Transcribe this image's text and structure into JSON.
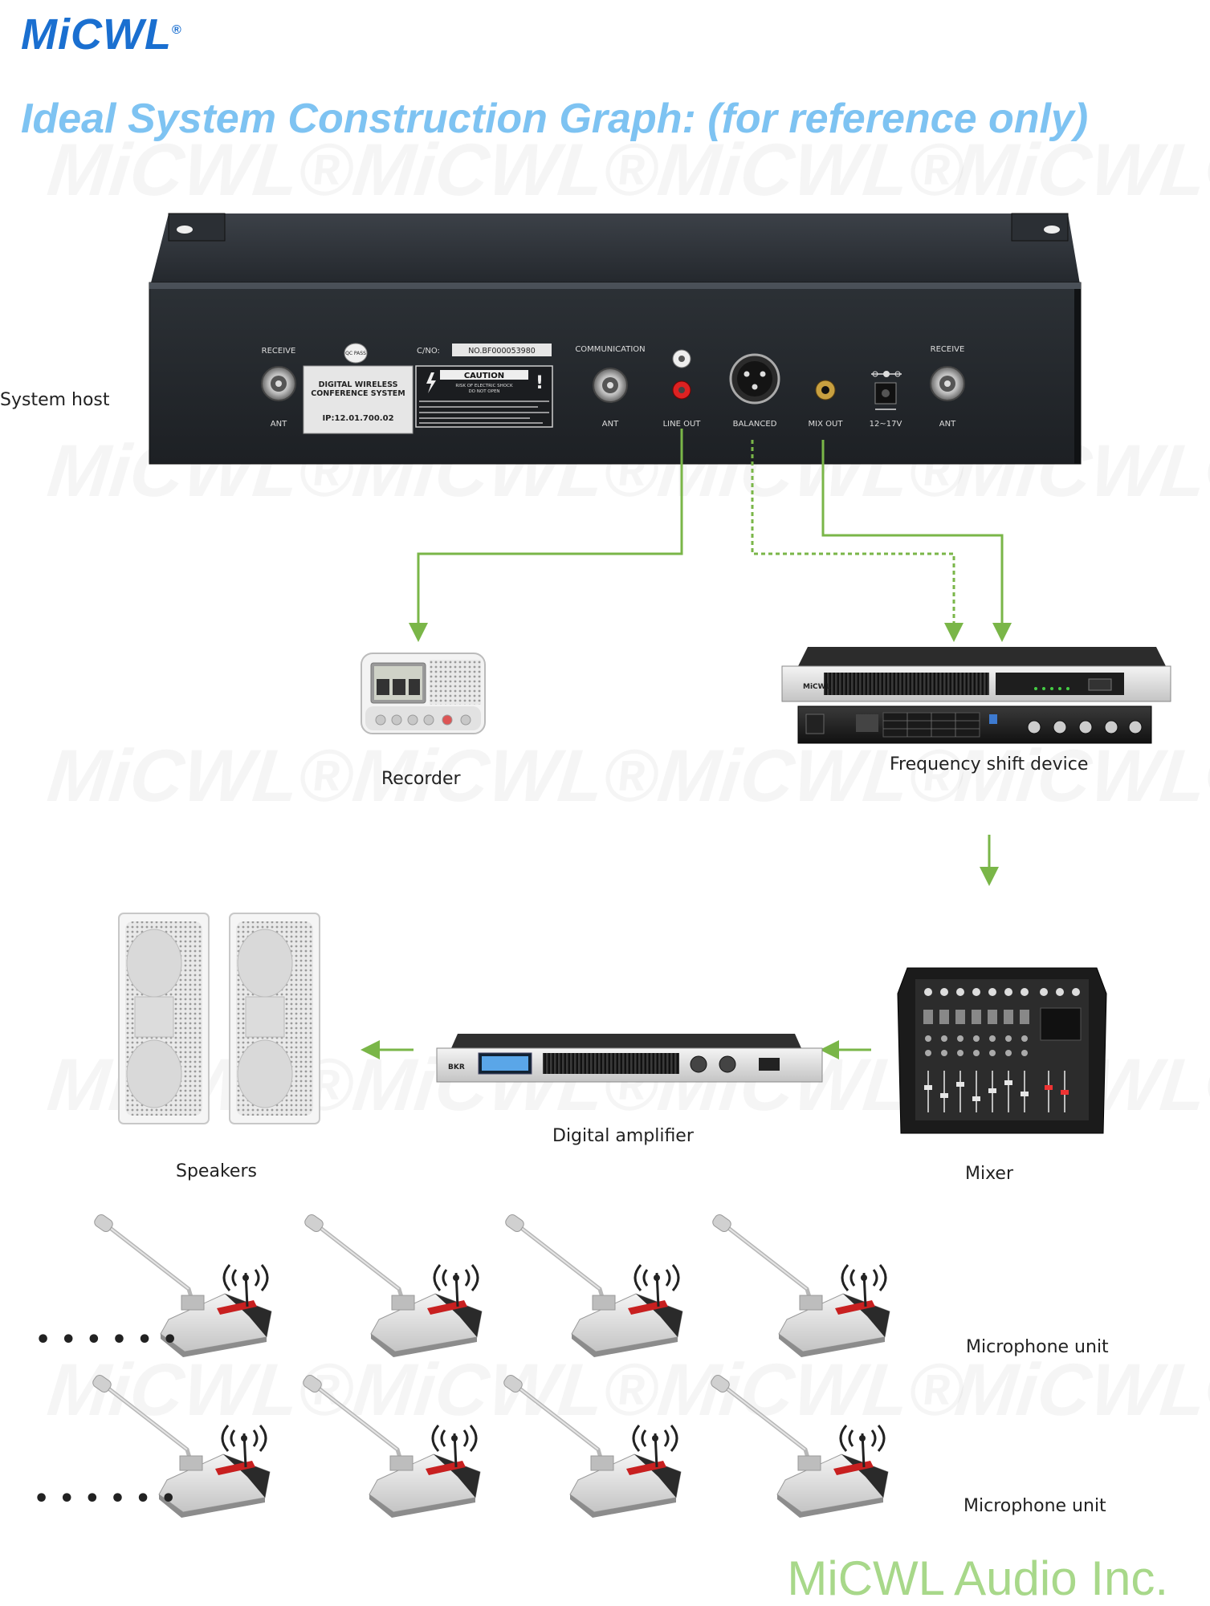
{
  "brand": {
    "logo": "MiCWL",
    "trademark": "®"
  },
  "headline": "Ideal  System Construction Graph: (for reference only)",
  "watermark": "MiCWL®",
  "host": {
    "label": "System host",
    "receive_left": "RECEIVE",
    "ant_left": "ANT",
    "qc_badge": "QC PASS",
    "product_line1": "DIGITAL WIRELESS",
    "product_line2": "CONFERENCE SYSTEM",
    "ip": "IP:12.01.700.02",
    "cno_label": "C/NO:",
    "serial": "NO.BF000053980",
    "caution_title": "CAUTION",
    "caution_sub1": "RISK OF ELECTRIC SHOCK",
    "caution_sub2": "DO NOT OPEN",
    "communication": "COMMUNICATION",
    "ant_mid": "ANT",
    "line_out": "LINE OUT",
    "balanced": "BALANCED",
    "mix_out": "MIX OUT",
    "power": "12~17V",
    "receive_right": "RECEIVE",
    "ant_right": "ANT"
  },
  "devices": {
    "recorder": "Recorder",
    "frequency_shift": "Frequency shift device",
    "fsd_brand": "MiCWL",
    "mixer": "Mixer",
    "amplifier": "Digital amplifier",
    "amp_brand": "BKR",
    "speakers": "Speakers",
    "mic_unit_1": "Microphone  unit",
    "mic_unit_2": "Microphone  unit",
    "dots_1": "• • • • • •",
    "dots_2": "• • • • • •"
  },
  "footer": "MiCWL Audio Inc.",
  "colors": {
    "arrow": "#7ab648",
    "headline": "#7ec3f2",
    "logo": "#1a6fd0",
    "footer": "#a8d88a"
  }
}
